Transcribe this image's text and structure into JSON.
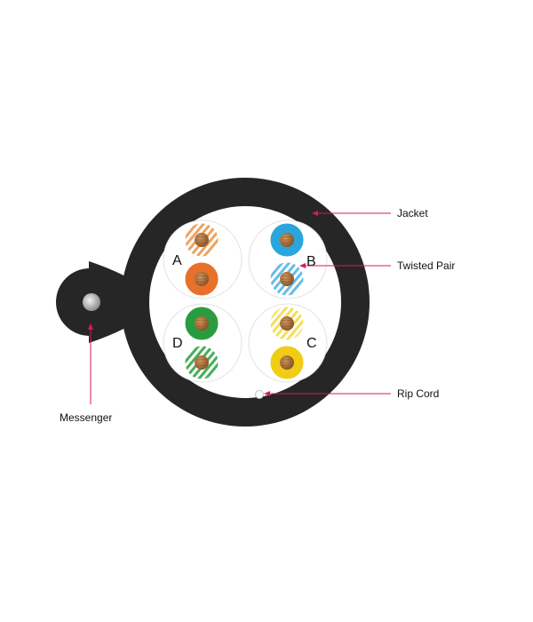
{
  "labels": {
    "jacket": "Jacket",
    "twisted_pair": "Twisted Pair",
    "rip_cord": "Rip Cord",
    "messenger": "Messenger"
  },
  "pairs": [
    {
      "letter": "A",
      "color_name": "orange",
      "solid": "#e8702a",
      "stripe": "#f0a25e"
    },
    {
      "letter": "B",
      "color_name": "blue",
      "solid": "#2aa6dc",
      "stripe": "#63bde8"
    },
    {
      "letter": "C",
      "color_name": "yellow",
      "solid": "#f0cd14",
      "stripe": "#f2df5a"
    },
    {
      "letter": "D",
      "color_name": "green",
      "solid": "#2a9c40",
      "stripe": "#46ad58"
    }
  ],
  "colors": {
    "jacket": "#262626",
    "callout": "#d81b4c",
    "copper": "#b5773e"
  }
}
